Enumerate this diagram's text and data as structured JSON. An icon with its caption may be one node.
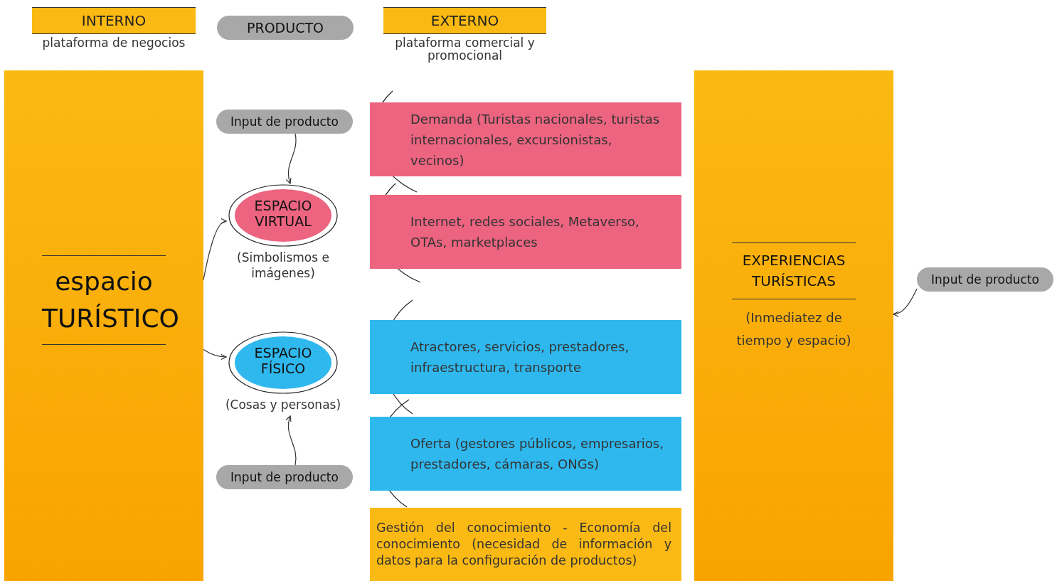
{
  "diagram": {
    "nodes": [
      {
        "text": [
          "INTERNO"
        ],
        "beside": [
          "plataforma de negocios"
        ]
      },
      {
        "text": [
          "PRODUCTO"
        ]
      },
      {
        "text": [
          "EXTERNO"
        ],
        "beside": [
          "plataforma comercial y promocional"
        ]
      },
      {
        "text": [
          "espacio TURÍSTICO"
        ]
      },
      {
        "text": [
          "Input de producto"
        ]
      },
      {
        "text": [
          "ESPACIO VIRTUAL"
        ],
        "beside": [
          "(Simbolismos e imágenes)"
        ]
      },
      {
        "text": [
          "ESPACIO FÍSICO"
        ],
        "beside": [
          "(Cosas y personas)"
        ]
      },
      {
        "text": [
          "Input de producto"
        ]
      },
      {
        "text": [
          "Demanda (Turistas nacionales, turistas internacionales, excursionistas, vecinos)"
        ]
      },
      {
        "text": [
          "Internet, redes sociales, Metaverso, OTAs, marketplaces"
        ]
      },
      {
        "text": [
          "Atractores, servicios, prestadores, infraestructura, transporte"
        ]
      },
      {
        "text": [
          "Oferta (gestores públicos, empresarios, prestadores, cámaras, ONGs)"
        ]
      },
      {
        "text": [
          "Gestión del conocimiento - Economía del conocimiento (necesidad de información y datos para la configuración de productos)"
        ]
      },
      {
        "text": [
          "EXPERIENCIAS TURÍSTICAS",
          "(Inmediatez de tiempo y espacio)"
        ]
      },
      {
        "text": [
          "Input de producto"
        ]
      }
    ],
    "edges": [
      {
        "from": 3,
        "to": 5,
        "arrow": "to"
      },
      {
        "from": 3,
        "to": 6,
        "arrow": "to"
      },
      {
        "from": 4,
        "to": 5,
        "arrow": "to"
      },
      {
        "from": 7,
        "to": 6,
        "arrow": "to"
      },
      {
        "from": 14,
        "to": 13,
        "arrow": "to"
      }
    ]
  }
}
